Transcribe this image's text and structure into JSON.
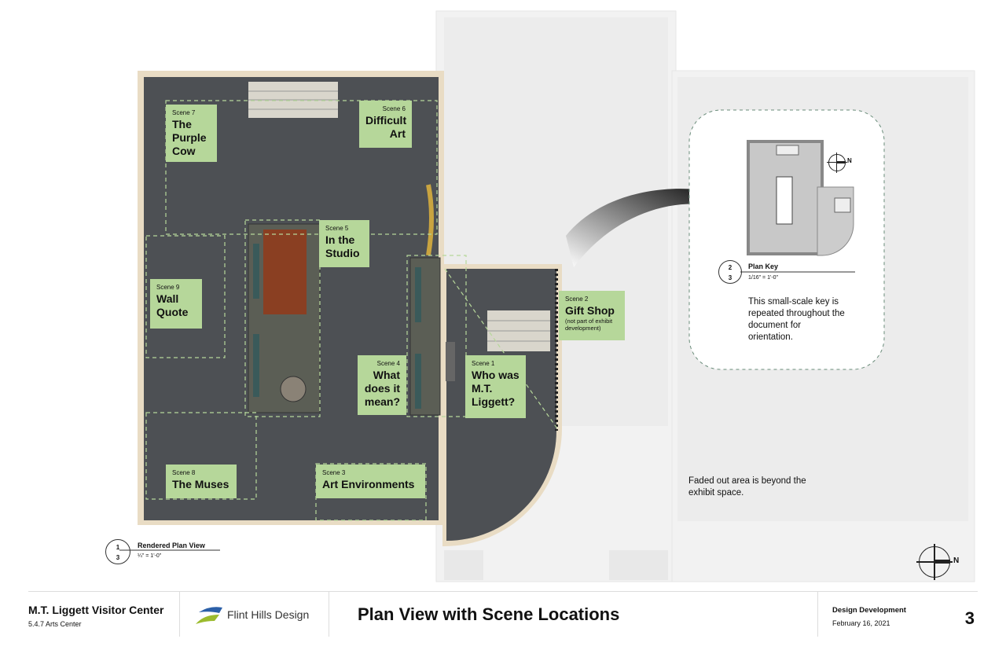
{
  "scenes": [
    {
      "num": "Scene 7",
      "title": "The Purple Cow"
    },
    {
      "num": "Scene 6",
      "title": "Difficult Art"
    },
    {
      "num": "Scene 5",
      "title": "In the Studio"
    },
    {
      "num": "Scene 9",
      "title": "Wall Quote"
    },
    {
      "num": "Scene 2",
      "title": "Gift Shop",
      "note": "(not part of exhibit development)"
    },
    {
      "num": "Scene 4",
      "title": "What does it mean?"
    },
    {
      "num": "Scene 1",
      "title": "Who was M.T. Liggett?"
    },
    {
      "num": "Scene 8",
      "title": "The Muses"
    },
    {
      "num": "Scene 3",
      "title": "Art Environments"
    }
  ],
  "plan_label": {
    "top": "1",
    "bottom": "3",
    "title": "Rendered Plan View",
    "scale": "¼\" = 1'-0\""
  },
  "key_label": {
    "top": "2",
    "bottom": "3",
    "title": "Plan Key",
    "scale": "1/16\" = 1'-0\""
  },
  "key_note": "This small-scale key is repeated throughout the document for orientation.",
  "faded_note": "Faded out area is beyond the exhibit space.",
  "compass_letter": "N",
  "footer": {
    "project": "M.T. Liggett Visitor Center",
    "section": "5.4.7 Arts Center",
    "firm": "Flint Hills Design",
    "sheet_title": "Plan View with Scene Locations",
    "phase": "Design Development",
    "date": "February 16, 2021",
    "page": "3"
  },
  "colors": {
    "scene": "#b6d79a",
    "floor": "#4d5054",
    "wall": "#e9dcc4",
    "faded": "#f1f1f1"
  }
}
